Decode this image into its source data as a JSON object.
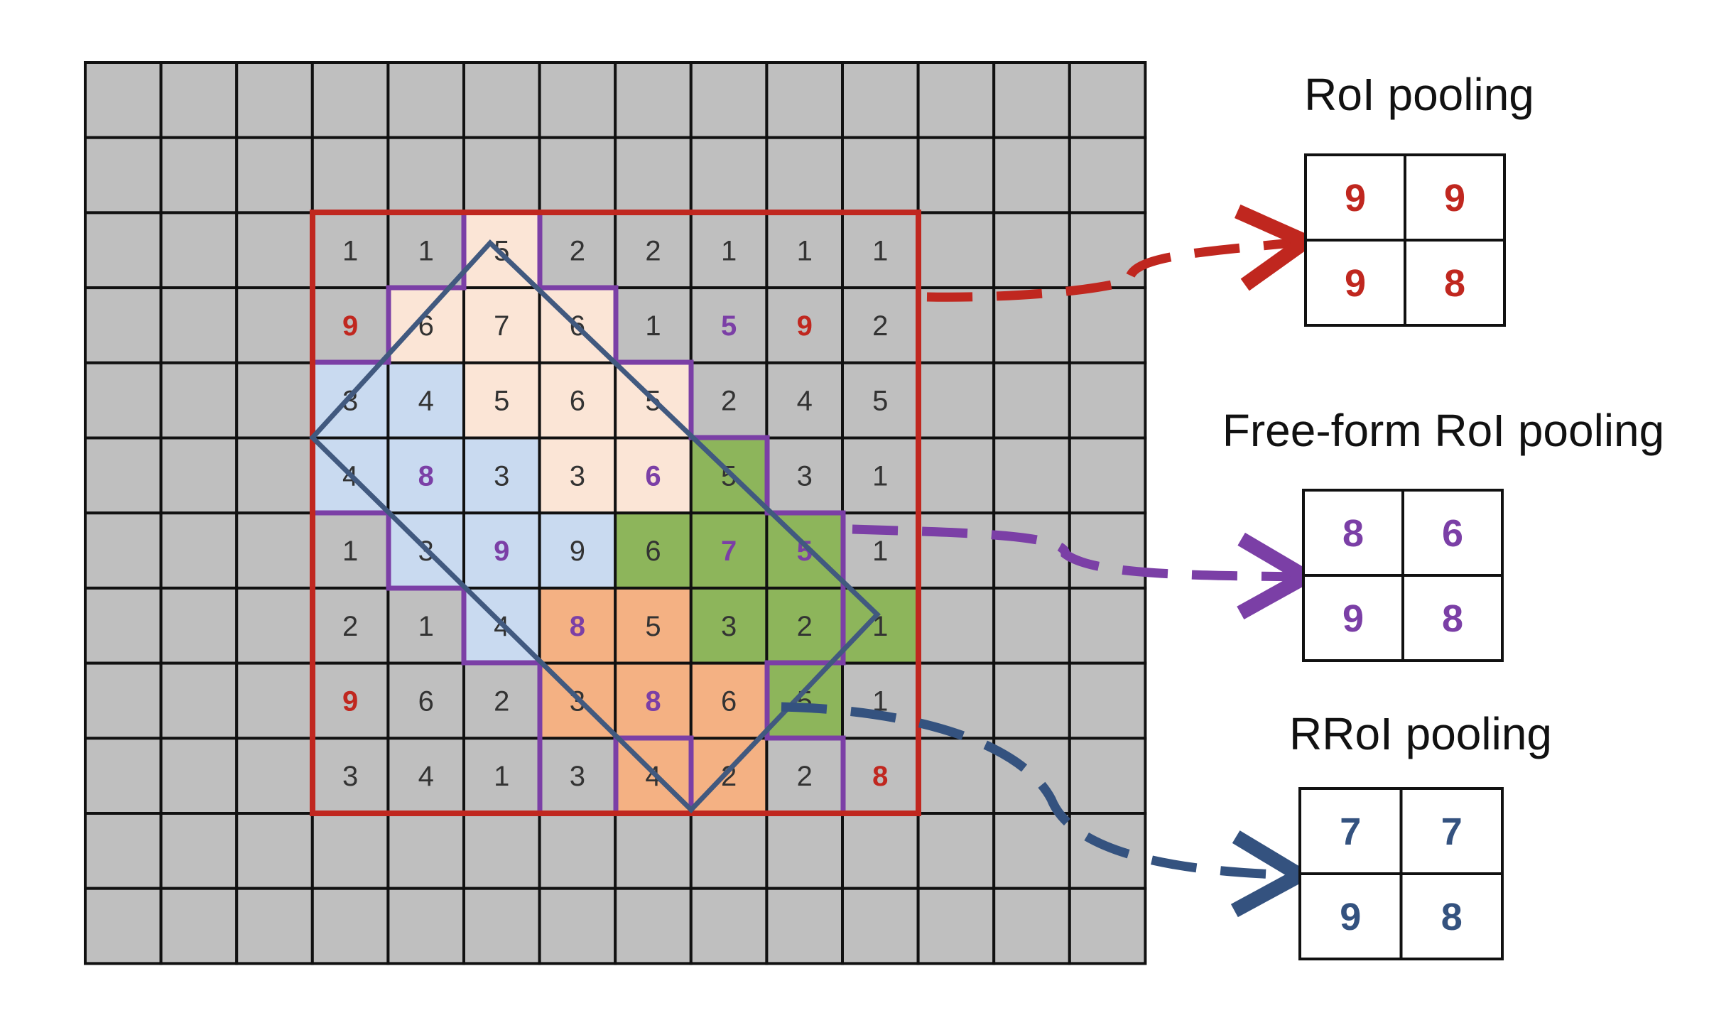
{
  "colors": {
    "background_cell": "#bfbfbf",
    "grid_line": "#111111",
    "roi": "#c0271f",
    "free_form": "#7b3fa6",
    "rroi": "#34527f",
    "region_peach": "#fbe5d6",
    "region_blue": "#c9daf0",
    "region_green": "#8db55b",
    "region_orange": "#f4b183",
    "text_default": "#333333"
  },
  "grid": {
    "rows": 12,
    "cols": 14,
    "roi_values": [
      [
        "1",
        "1",
        "5",
        "2",
        "2",
        "1",
        "1",
        "1"
      ],
      [
        "9",
        "6",
        "7",
        "6",
        "1",
        "5",
        "9",
        "2"
      ],
      [
        "3",
        "4",
        "5",
        "6",
        "5",
        "2",
        "4",
        "5"
      ],
      [
        "4",
        "8",
        "3",
        "3",
        "6",
        "5",
        "3",
        "1"
      ],
      [
        "1",
        "3",
        "9",
        "9",
        "6",
        "7",
        "5",
        "1"
      ],
      [
        "2",
        "1",
        "4",
        "8",
        "5",
        "3",
        "2",
        "1"
      ],
      [
        "9",
        "6",
        "2",
        "3",
        "8",
        "6",
        "5",
        "1"
      ],
      [
        "3",
        "4",
        "1",
        "3",
        "4",
        "2",
        "2",
        "8"
      ]
    ],
    "roi_fills": [
      [
        null,
        null,
        "peach",
        null,
        null,
        null,
        null,
        null
      ],
      [
        null,
        "peach",
        "peach",
        "peach",
        null,
        null,
        null,
        null
      ],
      [
        "blue",
        "blue",
        "peach",
        "peach",
        "peach",
        null,
        null,
        null
      ],
      [
        "blue",
        "blue",
        "blue",
        "peach",
        "peach",
        "green",
        null,
        null
      ],
      [
        null,
        "blue",
        "blue",
        "blue",
        "green",
        "green",
        "green",
        null
      ],
      [
        null,
        null,
        "blue",
        "orange",
        "orange",
        "green",
        "green",
        "green"
      ],
      [
        null,
        null,
        null,
        "orange",
        "orange",
        "orange",
        "green",
        null
      ],
      [
        null,
        null,
        null,
        null,
        "orange",
        "orange",
        null,
        null
      ]
    ],
    "highlights": {
      "roi": [
        [
          1,
          0
        ],
        [
          6,
          0
        ],
        [
          1,
          6
        ],
        [
          7,
          7
        ]
      ],
      "free_form": [
        [
          3,
          1
        ],
        [
          4,
          2
        ],
        [
          3,
          4
        ],
        [
          1,
          5
        ],
        [
          4,
          6
        ],
        [
          6,
          4
        ],
        [
          5,
          3
        ],
        [
          4,
          5
        ]
      ]
    }
  },
  "outputs": [
    {
      "title": "RoI pooling",
      "values": [
        "9",
        "9",
        "9",
        "8"
      ],
      "color_key": "roi"
    },
    {
      "title": "Free-form RoI pooling",
      "values": [
        "8",
        "6",
        "9",
        "8"
      ],
      "color_key": "free_form"
    },
    {
      "title": "RRoI pooling",
      "values": [
        "7",
        "7",
        "9",
        "8"
      ],
      "color_key": "rroi"
    }
  ]
}
